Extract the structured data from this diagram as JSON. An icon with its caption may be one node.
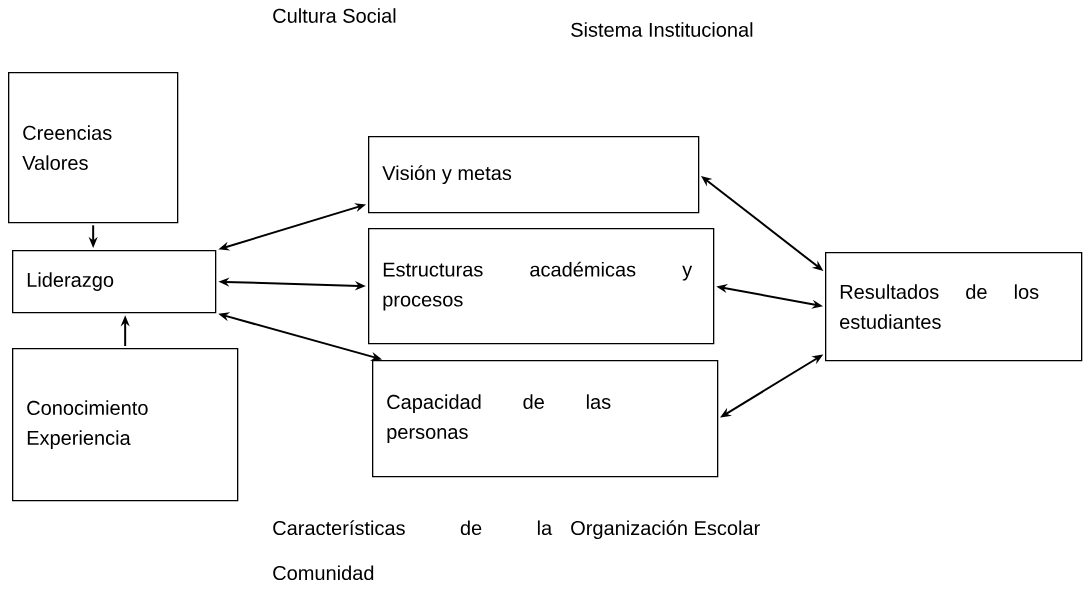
{
  "diagram": {
    "nodes": [
      {
        "text": [
          "Creencias Valores"
        ]
      },
      {
        "text": [
          "Liderazgo"
        ]
      },
      {
        "text": [
          "Conocimiento Experiencia"
        ]
      },
      {
        "text": [
          "Visión y metas"
        ]
      },
      {
        "text": [
          "Estructuras académicas y procesos"
        ]
      },
      {
        "text": [
          "Capacidad de las personas"
        ]
      },
      {
        "text": [
          "Resultados de los estudiantes"
        ]
      }
    ],
    "edges": [
      {
        "from": 0,
        "to": 1,
        "arrow": "to"
      },
      {
        "from": 2,
        "to": 1,
        "arrow": "to"
      },
      {
        "from": 1,
        "to": 3,
        "arrow": "both"
      },
      {
        "from": 1,
        "to": 4,
        "arrow": "both"
      },
      {
        "from": 1,
        "to": 5,
        "arrow": "both"
      },
      {
        "from": 3,
        "to": 6,
        "arrow": "both"
      },
      {
        "from": 4,
        "to": 6,
        "arrow": "both"
      },
      {
        "from": 5,
        "to": 6,
        "arrow": "both"
      }
    ],
    "labels": [
      "Cultura Social",
      "Sistema Institucional",
      "Características de la Comunidad",
      "Organización Escolar"
    ]
  }
}
